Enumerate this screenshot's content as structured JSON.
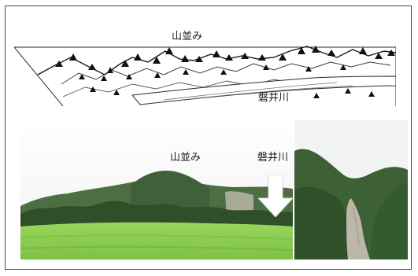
{
  "sketch_section": {
    "label_mountains": "山並み",
    "label_river": "磐井川"
  },
  "photo_section": {
    "label_mountains": "山並み",
    "label_river": "磐井川",
    "arrow_icon": "down-arrow-icon"
  },
  "colors": {
    "frame_border": "#4a4a4a",
    "sky": "#f2f4f3",
    "mountain_dark": "#3f5f3a",
    "mountain_mid": "#5b7f4c",
    "meadow": "#8fcf4e",
    "river_rock": "#b9b3a8"
  }
}
